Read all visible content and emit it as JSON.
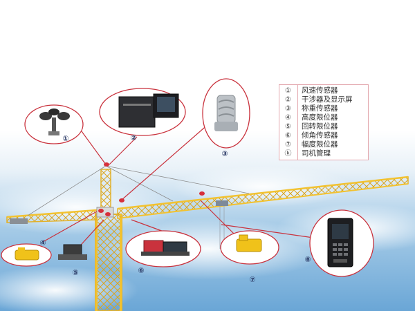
{
  "legend": {
    "items": [
      {
        "marker": "①",
        "label": "风速传感器"
      },
      {
        "marker": "②",
        "label": "干涉器及显示屏"
      },
      {
        "marker": "③",
        "label": "称重传感器"
      },
      {
        "marker": "④",
        "label": "高度限位器"
      },
      {
        "marker": "⑤",
        "label": "回转限位器"
      },
      {
        "marker": "⑥",
        "label": "倾角传感器"
      },
      {
        "marker": "⑦",
        "label": "幅度限位器"
      },
      {
        "marker": "ⓚ",
        "label": "司机管理"
      }
    ]
  },
  "callouts": [
    "①",
    "②",
    "③",
    "④",
    "⑤",
    "⑥",
    "⑦",
    "⑧"
  ],
  "colors": {
    "crane_yellow": "#f2c230",
    "leader_red": "#c9323d",
    "sky_blue": "#7fb4dc",
    "legend_border": "#e3a7ad"
  }
}
